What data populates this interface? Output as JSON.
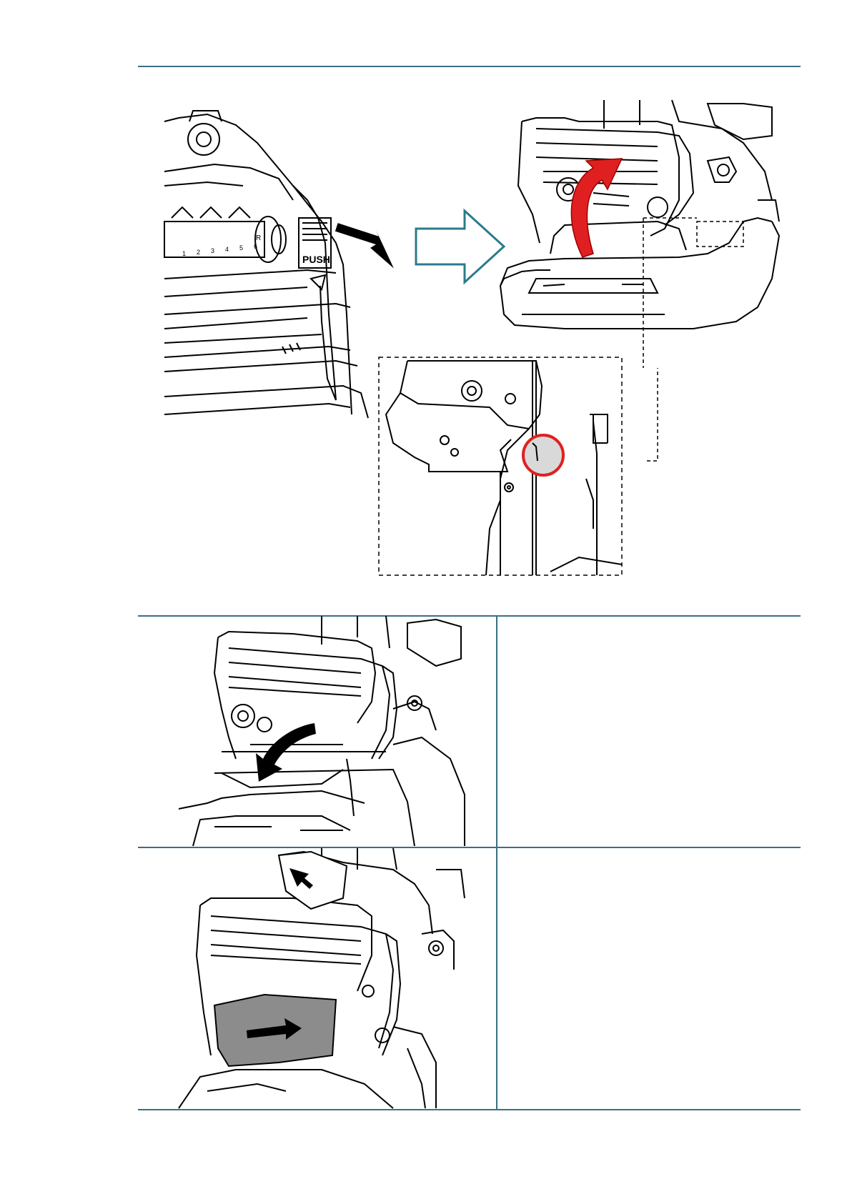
{
  "figure_top": {
    "push_label": "PUSH",
    "scale_digits": [
      "1",
      "2",
      "3",
      "4",
      "5",
      "6"
    ],
    "scale_letter": "R"
  },
  "colors": {
    "rule": "#3a6f85",
    "arrow_outline": "#2b7a8c",
    "lift_arrow": "#e02020",
    "highlight_circle": "#e02020",
    "ribbon_gray": "#8c8c8c"
  },
  "icons": [
    "push-arrow-icon",
    "transition-arrow-icon",
    "lift-arrow-icon",
    "fold-arrow-icon",
    "ribbon-arrow-icon"
  ],
  "rows": [
    {
      "id": "step-open-ribbon-mechanism",
      "text": ""
    },
    {
      "id": "step-insert-ribbon",
      "text": ""
    }
  ]
}
